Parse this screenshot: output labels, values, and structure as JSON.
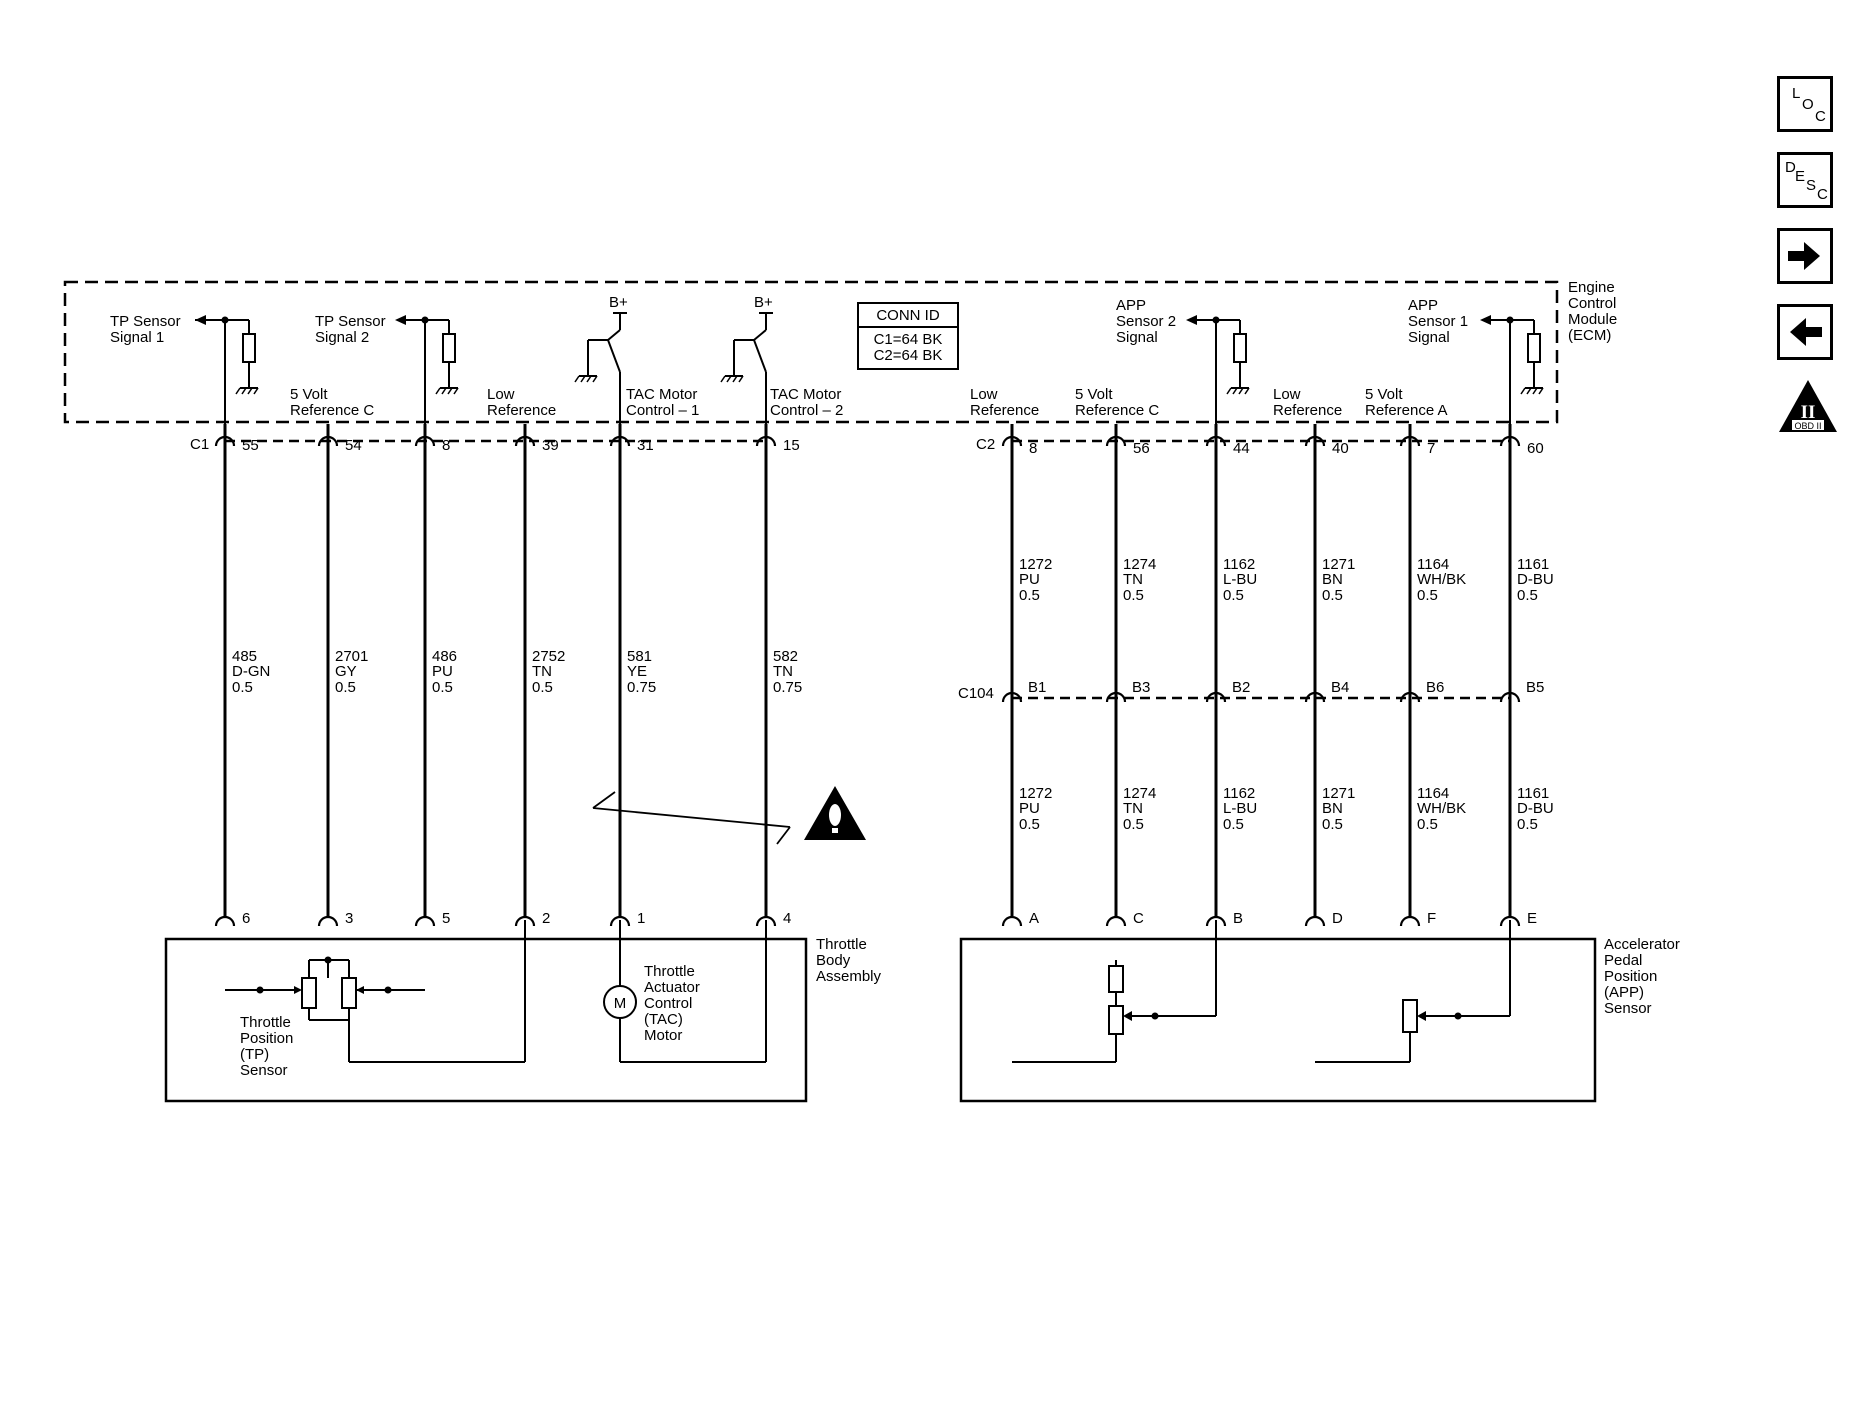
{
  "ecm": {
    "title": [
      "Engine",
      "Control",
      "Module",
      "(ECM)"
    ],
    "conn_id": {
      "title": "CONN ID",
      "c1": "C1=64 BK",
      "c2": "C2=64 BK"
    },
    "tp1_label": [
      "TP Sensor",
      "Signal 1"
    ],
    "tp2_label": [
      "TP Sensor",
      "Signal 2"
    ],
    "ref5c_label": [
      "5 Volt",
      "Reference C"
    ],
    "low_ref_label": [
      "Low",
      "Reference"
    ],
    "bplus": "B+",
    "tac1_label": [
      "TAC Motor",
      "Control – 1"
    ],
    "tac2_label": [
      "TAC Motor",
      "Control – 2"
    ],
    "c2_low_ref_label": [
      "Low",
      "Reference"
    ],
    "c2_ref5c_label": [
      "5 Volt",
      "Reference C"
    ],
    "app2_label": [
      "APP",
      "Sensor 2",
      "Signal"
    ],
    "c2_low_ref2_label": [
      "Low",
      "Reference"
    ],
    "ref5a_label": [
      "5 Volt",
      "Reference A"
    ],
    "app1_label": [
      "APP",
      "Sensor 1",
      "Signal"
    ]
  },
  "connectors": {
    "c1": "C1",
    "c2": "C2",
    "c104": "C104"
  },
  "c1_wires": [
    {
      "pin": "55",
      "circuit": "485",
      "color": "D-GN",
      "gauge": "0.5",
      "comp_pin": "6"
    },
    {
      "pin": "54",
      "circuit": "2701",
      "color": "GY",
      "gauge": "0.5",
      "comp_pin": "3"
    },
    {
      "pin": "8",
      "circuit": "486",
      "color": "PU",
      "gauge": "0.5",
      "comp_pin": "5"
    },
    {
      "pin": "39",
      "circuit": "2752",
      "color": "TN",
      "gauge": "0.5",
      "comp_pin": "2"
    },
    {
      "pin": "31",
      "circuit": "581",
      "color": "YE",
      "gauge": "0.75",
      "comp_pin": "1"
    },
    {
      "pin": "15",
      "circuit": "582",
      "color": "TN",
      "gauge": "0.75",
      "comp_pin": "4"
    }
  ],
  "c2_wires": [
    {
      "pin": "8",
      "circuit": "1272",
      "color": "PU",
      "gauge": "0.5",
      "c104_pin": "B1",
      "comp_pin": "A"
    },
    {
      "pin": "56",
      "circuit": "1274",
      "color": "TN",
      "gauge": "0.5",
      "c104_pin": "B3",
      "comp_pin": "C"
    },
    {
      "pin": "44",
      "circuit": "1162",
      "color": "L-BU",
      "gauge": "0.5",
      "c104_pin": "B2",
      "comp_pin": "B"
    },
    {
      "pin": "40",
      "circuit": "1271",
      "color": "BN",
      "gauge": "0.5",
      "c104_pin": "B4",
      "comp_pin": "D"
    },
    {
      "pin": "7",
      "circuit": "1164",
      "color": "WH/BK",
      "gauge": "0.5",
      "c104_pin": "B6",
      "comp_pin": "F"
    },
    {
      "pin": "60",
      "circuit": "1161",
      "color": "D-BU",
      "gauge": "0.5",
      "c104_pin": "B5",
      "comp_pin": "E"
    }
  ],
  "throttle_body": {
    "title": [
      "Throttle",
      "Body",
      "Assembly"
    ],
    "tp_sensor": [
      "Throttle",
      "Position",
      "(TP)",
      "Sensor"
    ],
    "tac_motor": [
      "Throttle",
      "Actuator",
      "Control",
      "(TAC)",
      "Motor"
    ],
    "motor_symbol": "M"
  },
  "app_sensor": {
    "title": [
      "Accelerator",
      "Pedal",
      "Position",
      "(APP)",
      "Sensor"
    ]
  },
  "nav": {
    "loc": [
      "L",
      "O",
      "C"
    ],
    "desc": [
      "D",
      "E",
      "S",
      "C"
    ],
    "forward_icon": "arrow-right-icon",
    "back_icon": "arrow-left-icon",
    "obd_roman": "II",
    "obd_text": "OBD II"
  }
}
